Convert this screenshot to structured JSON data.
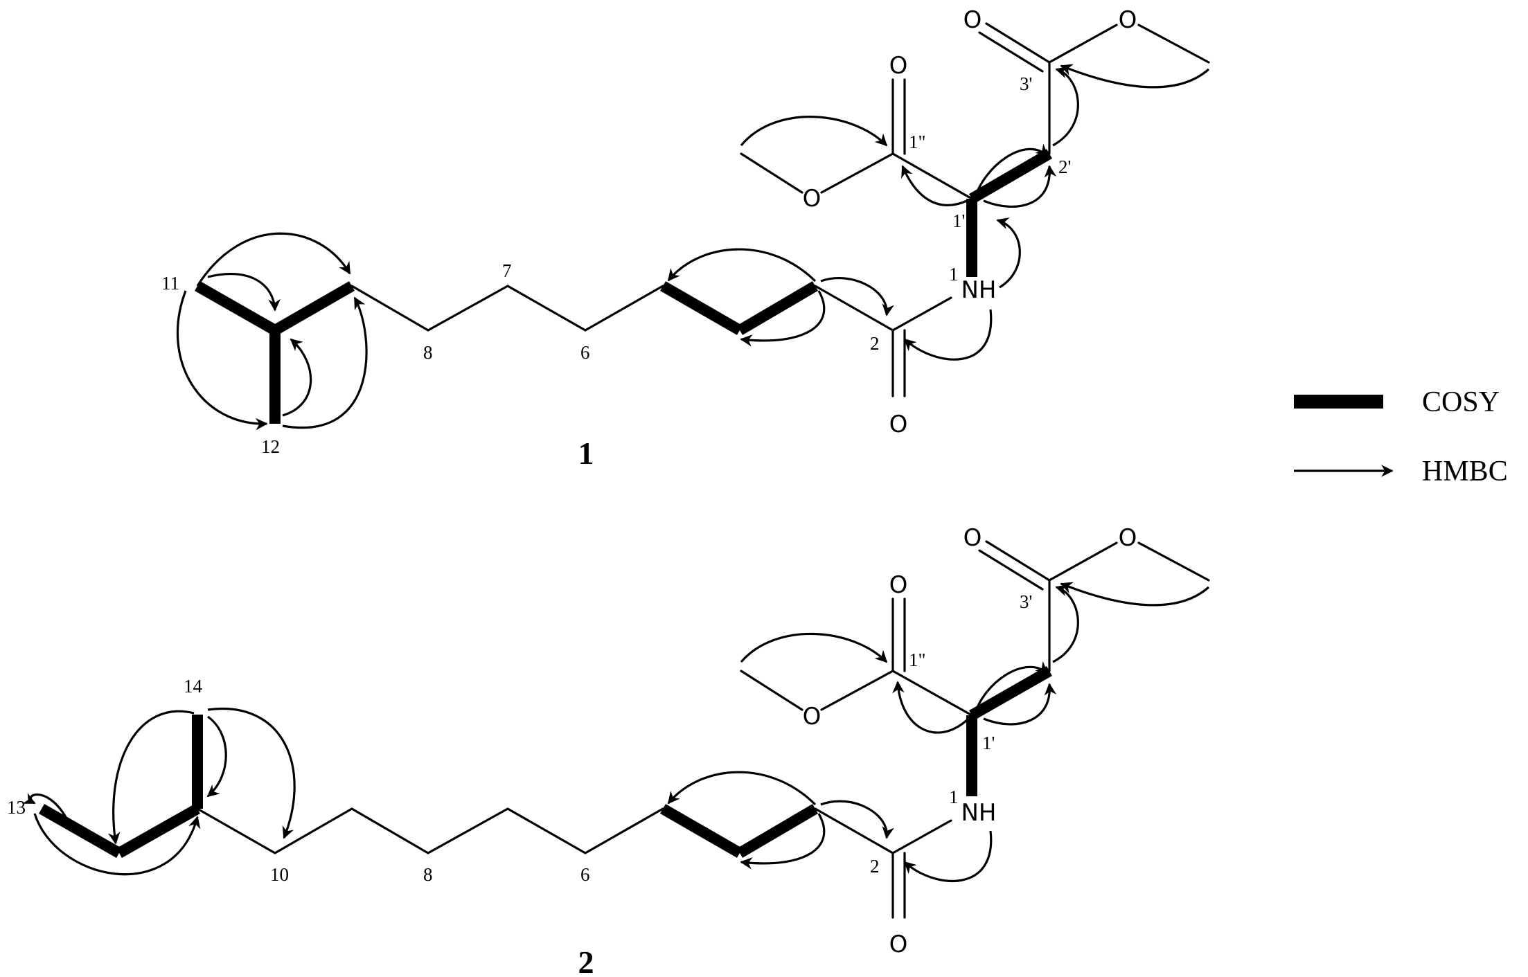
{
  "legend": {
    "cosy_label": "COSY",
    "hmbc_label": "HMBC"
  },
  "compound_1": {
    "id": "1",
    "atoms": {
      "oxygen": "O",
      "nh": "NH"
    },
    "labels": {
      "c11": "11",
      "c12": "12",
      "c8": "8",
      "c7": "7",
      "c6": "6",
      "c2": "2",
      "n1": "1",
      "c1p": "1'",
      "c2p": "2'",
      "c3p": "3'",
      "c1pp": "1\""
    }
  },
  "compound_2": {
    "id": "2",
    "atoms": {
      "oxygen": "O",
      "nh": "NH"
    },
    "labels": {
      "c13": "13",
      "c14": "14",
      "c10": "10",
      "c8": "8",
      "c6": "6",
      "c2": "2",
      "n1": "1",
      "c1p": "1'",
      "c3p": "3'",
      "c1pp": "1\""
    }
  }
}
